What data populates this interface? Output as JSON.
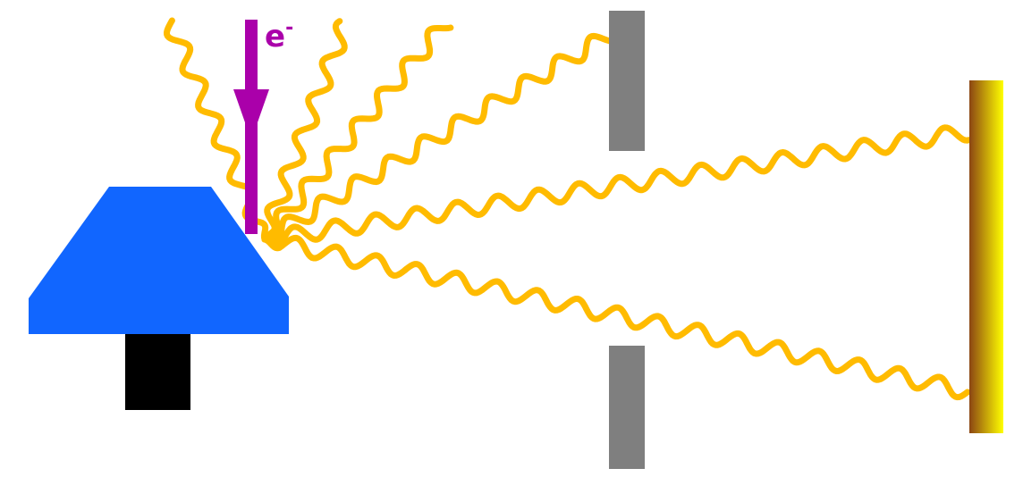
{
  "labels": {
    "electron": "e",
    "electron_charge": "-"
  },
  "colors": {
    "background": "#ffffff",
    "anode": "#1166ff",
    "anode_stem": "#000000",
    "electron_beam": "#aa00aa",
    "xray": "#ffbb00",
    "slit": "#7f7f7f",
    "detector_dark": "#8b4513",
    "detector_light": "#ffff00"
  },
  "icons": {
    "source": "x-ray-tube-anode",
    "beam": "electron-beam-arrow",
    "radiation": "wavy-photon-ray",
    "aperture": "slit",
    "screen": "detector-plate"
  }
}
